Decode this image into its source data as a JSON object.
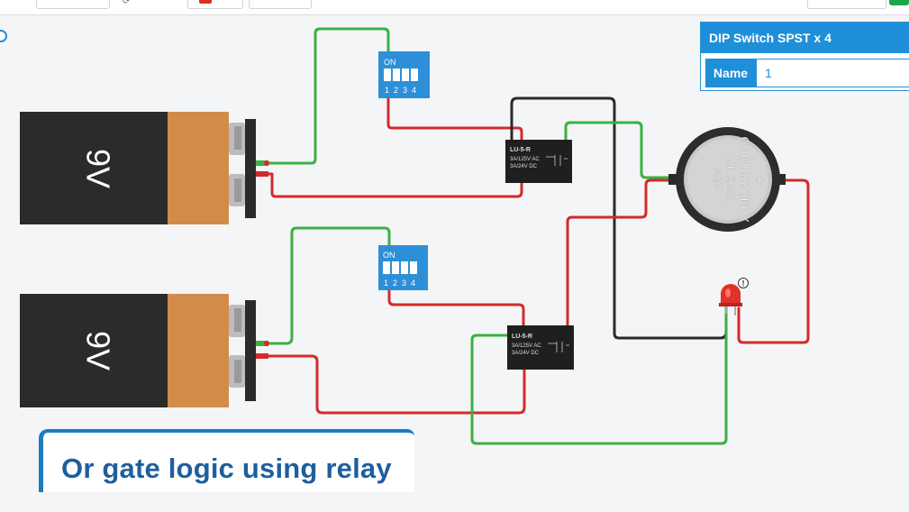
{
  "properties_panel": {
    "title": "DIP Switch SPST x 4",
    "name_label": "Name",
    "name_value": "1"
  },
  "circuit": {
    "battery_top": {
      "label": "9V"
    },
    "battery_bottom": {
      "label": "9V"
    },
    "dip_switch_top": {
      "on_label": "ON",
      "numbers": [
        "1",
        "2",
        "3",
        "4"
      ]
    },
    "dip_switch_bottom": {
      "on_label": "ON",
      "numbers": [
        "1",
        "2",
        "3",
        "4"
      ]
    },
    "relay_top": {
      "model": "LU-5-R",
      "rating_ac": "3A/125V AC",
      "rating_dc": "3A/24V  DC"
    },
    "relay_bottom": {
      "model": "LU-5-R",
      "rating_ac": "3A/125V AC",
      "rating_dc": "3A/24V  DC"
    },
    "coin_cell": {
      "line1": "COIN BATTERY",
      "line2": "CR 2032",
      "line3": "3.0V",
      "plus": "+"
    },
    "led": {
      "warning": "!"
    }
  },
  "caption": {
    "text": "Or gate logic using relay"
  },
  "colors": {
    "wire_red": "#d32b2b",
    "wire_green": "#3cb043",
    "wire_black": "#2a2a2a",
    "accent": "#1e8fd8"
  }
}
